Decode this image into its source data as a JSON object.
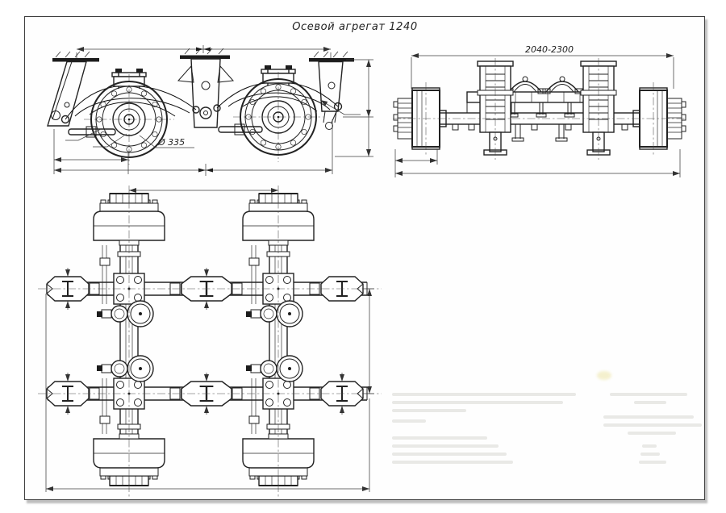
{
  "sheet": {
    "title": "Осевой агрегат 1240"
  },
  "side_view": {
    "diameter_label": "Ø 335"
  },
  "front_view": {
    "width_label": "2040-2300"
  },
  "colors": {
    "paper": "#ffffff",
    "ink": "#1f1f1f",
    "frame_border": "#3f3f3f",
    "dimension_lines": "#3c3c3c",
    "faded_text": "#e9e9e6"
  }
}
